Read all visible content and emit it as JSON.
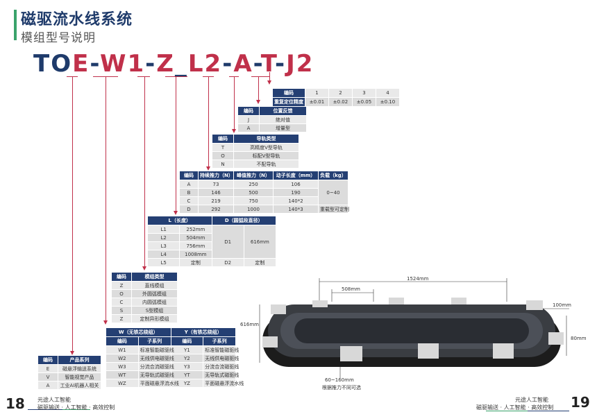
{
  "header": {
    "title": "磁驱流水线系统",
    "subtitle": "模组型号说明"
  },
  "model_code": {
    "parts": [
      "TO",
      "E",
      "-",
      "W1",
      "-",
      "Z",
      "_",
      "L2",
      "-",
      "A",
      "-",
      "T",
      "-",
      "J2"
    ]
  },
  "accuracy_table": {
    "headers": [
      "编码",
      "1",
      "2",
      "3",
      "4"
    ],
    "row": [
      "重复定位精度",
      "±0.01",
      "±0.02",
      "±0.05",
      "±0.10"
    ]
  },
  "feedback_table": {
    "headers": [
      "编码",
      "位置反馈"
    ],
    "rows": [
      [
        "J",
        "绝对值"
      ],
      [
        "A",
        "增量型"
      ]
    ]
  },
  "rail_table": {
    "headers": [
      "编码",
      "导轨类型"
    ],
    "rows": [
      [
        "T",
        "高精度V型导轨"
      ],
      [
        "O",
        "标配V型导轨"
      ],
      [
        "N",
        "不配导轨"
      ]
    ]
  },
  "force_table": {
    "headers": [
      "编码",
      "持续推力（N）",
      "峰值推力（N）",
      "动子长度（mm）",
      "负载（kg）"
    ],
    "rows": [
      [
        "A",
        "73",
        "250",
        "106"
      ],
      [
        "B",
        "146",
        "500",
        "190"
      ],
      [
        "C",
        "219",
        "750",
        "140*2"
      ],
      [
        "D",
        "292",
        "1000",
        "140*3"
      ]
    ],
    "load_merged": "0~40",
    "load_custom": "重载型可定制"
  },
  "length_table": {
    "headers": [
      "L（长度）",
      "D（圆弧段直径）"
    ],
    "rows": [
      [
        "L1",
        "252mm"
      ],
      [
        "L2",
        "504mm"
      ],
      [
        "L3",
        "756mm"
      ],
      [
        "L4",
        "1008mm"
      ],
      [
        "L5",
        "定制"
      ]
    ],
    "d1": "D1",
    "d1_value": "616mm",
    "d2": "D2",
    "d2_value": "定制"
  },
  "module_type_table": {
    "headers": [
      "编码",
      "模组类型"
    ],
    "rows": [
      [
        "Z",
        "直线模组"
      ],
      [
        "O",
        "外圆弧模组"
      ],
      [
        "C",
        "内圆弧模组"
      ],
      [
        "S",
        "S型模组"
      ],
      [
        "Z",
        "定制异形模组"
      ]
    ]
  },
  "core_table": {
    "top_headers": [
      "W（无铁芯绕组）",
      "Y（有铁芯绕组）"
    ],
    "sub_headers": [
      "编码",
      "子系列",
      "编码",
      "子系列"
    ],
    "rows": [
      [
        "W1",
        "标准智能磁驱线",
        "Y1",
        "标准智能磁驱线"
      ],
      [
        "W2",
        "无线供电磁驱线",
        "Y2",
        "无线供电磁驱线"
      ],
      [
        "W3",
        "分流合流磁驱线",
        "Y3",
        "分流合流磁驱线"
      ],
      [
        "WT",
        "无导轨式磁驱线",
        "YT",
        "无导轨式磁驱线"
      ],
      [
        "WZ",
        "平面磁悬浮流水线",
        "YZ",
        "平面磁悬浮流水线"
      ]
    ]
  },
  "product_table": {
    "headers": [
      "编码",
      "产品系列"
    ],
    "rows": [
      [
        "E",
        "磁悬浮输送系统"
      ],
      [
        "V",
        "智能视觉产品"
      ],
      [
        "A",
        "工业AI机器人相关"
      ]
    ]
  },
  "dimensions": {
    "total_length": "1524mm",
    "segment_length": "508mm",
    "height": "616mm",
    "width_right": "100mm",
    "depth_right": "80mm",
    "bottom_range": "60~160mm",
    "bottom_note": "根据推力不同可选"
  },
  "footer": {
    "left_page": "18",
    "right_page": "19",
    "company": "元途人工智能",
    "slogan": "磁驱输送 · 人工智能 · 高效控制"
  },
  "colors": {
    "navy": "#243f73",
    "accent_red": "#c0304a",
    "green": "#3aa36b"
  }
}
